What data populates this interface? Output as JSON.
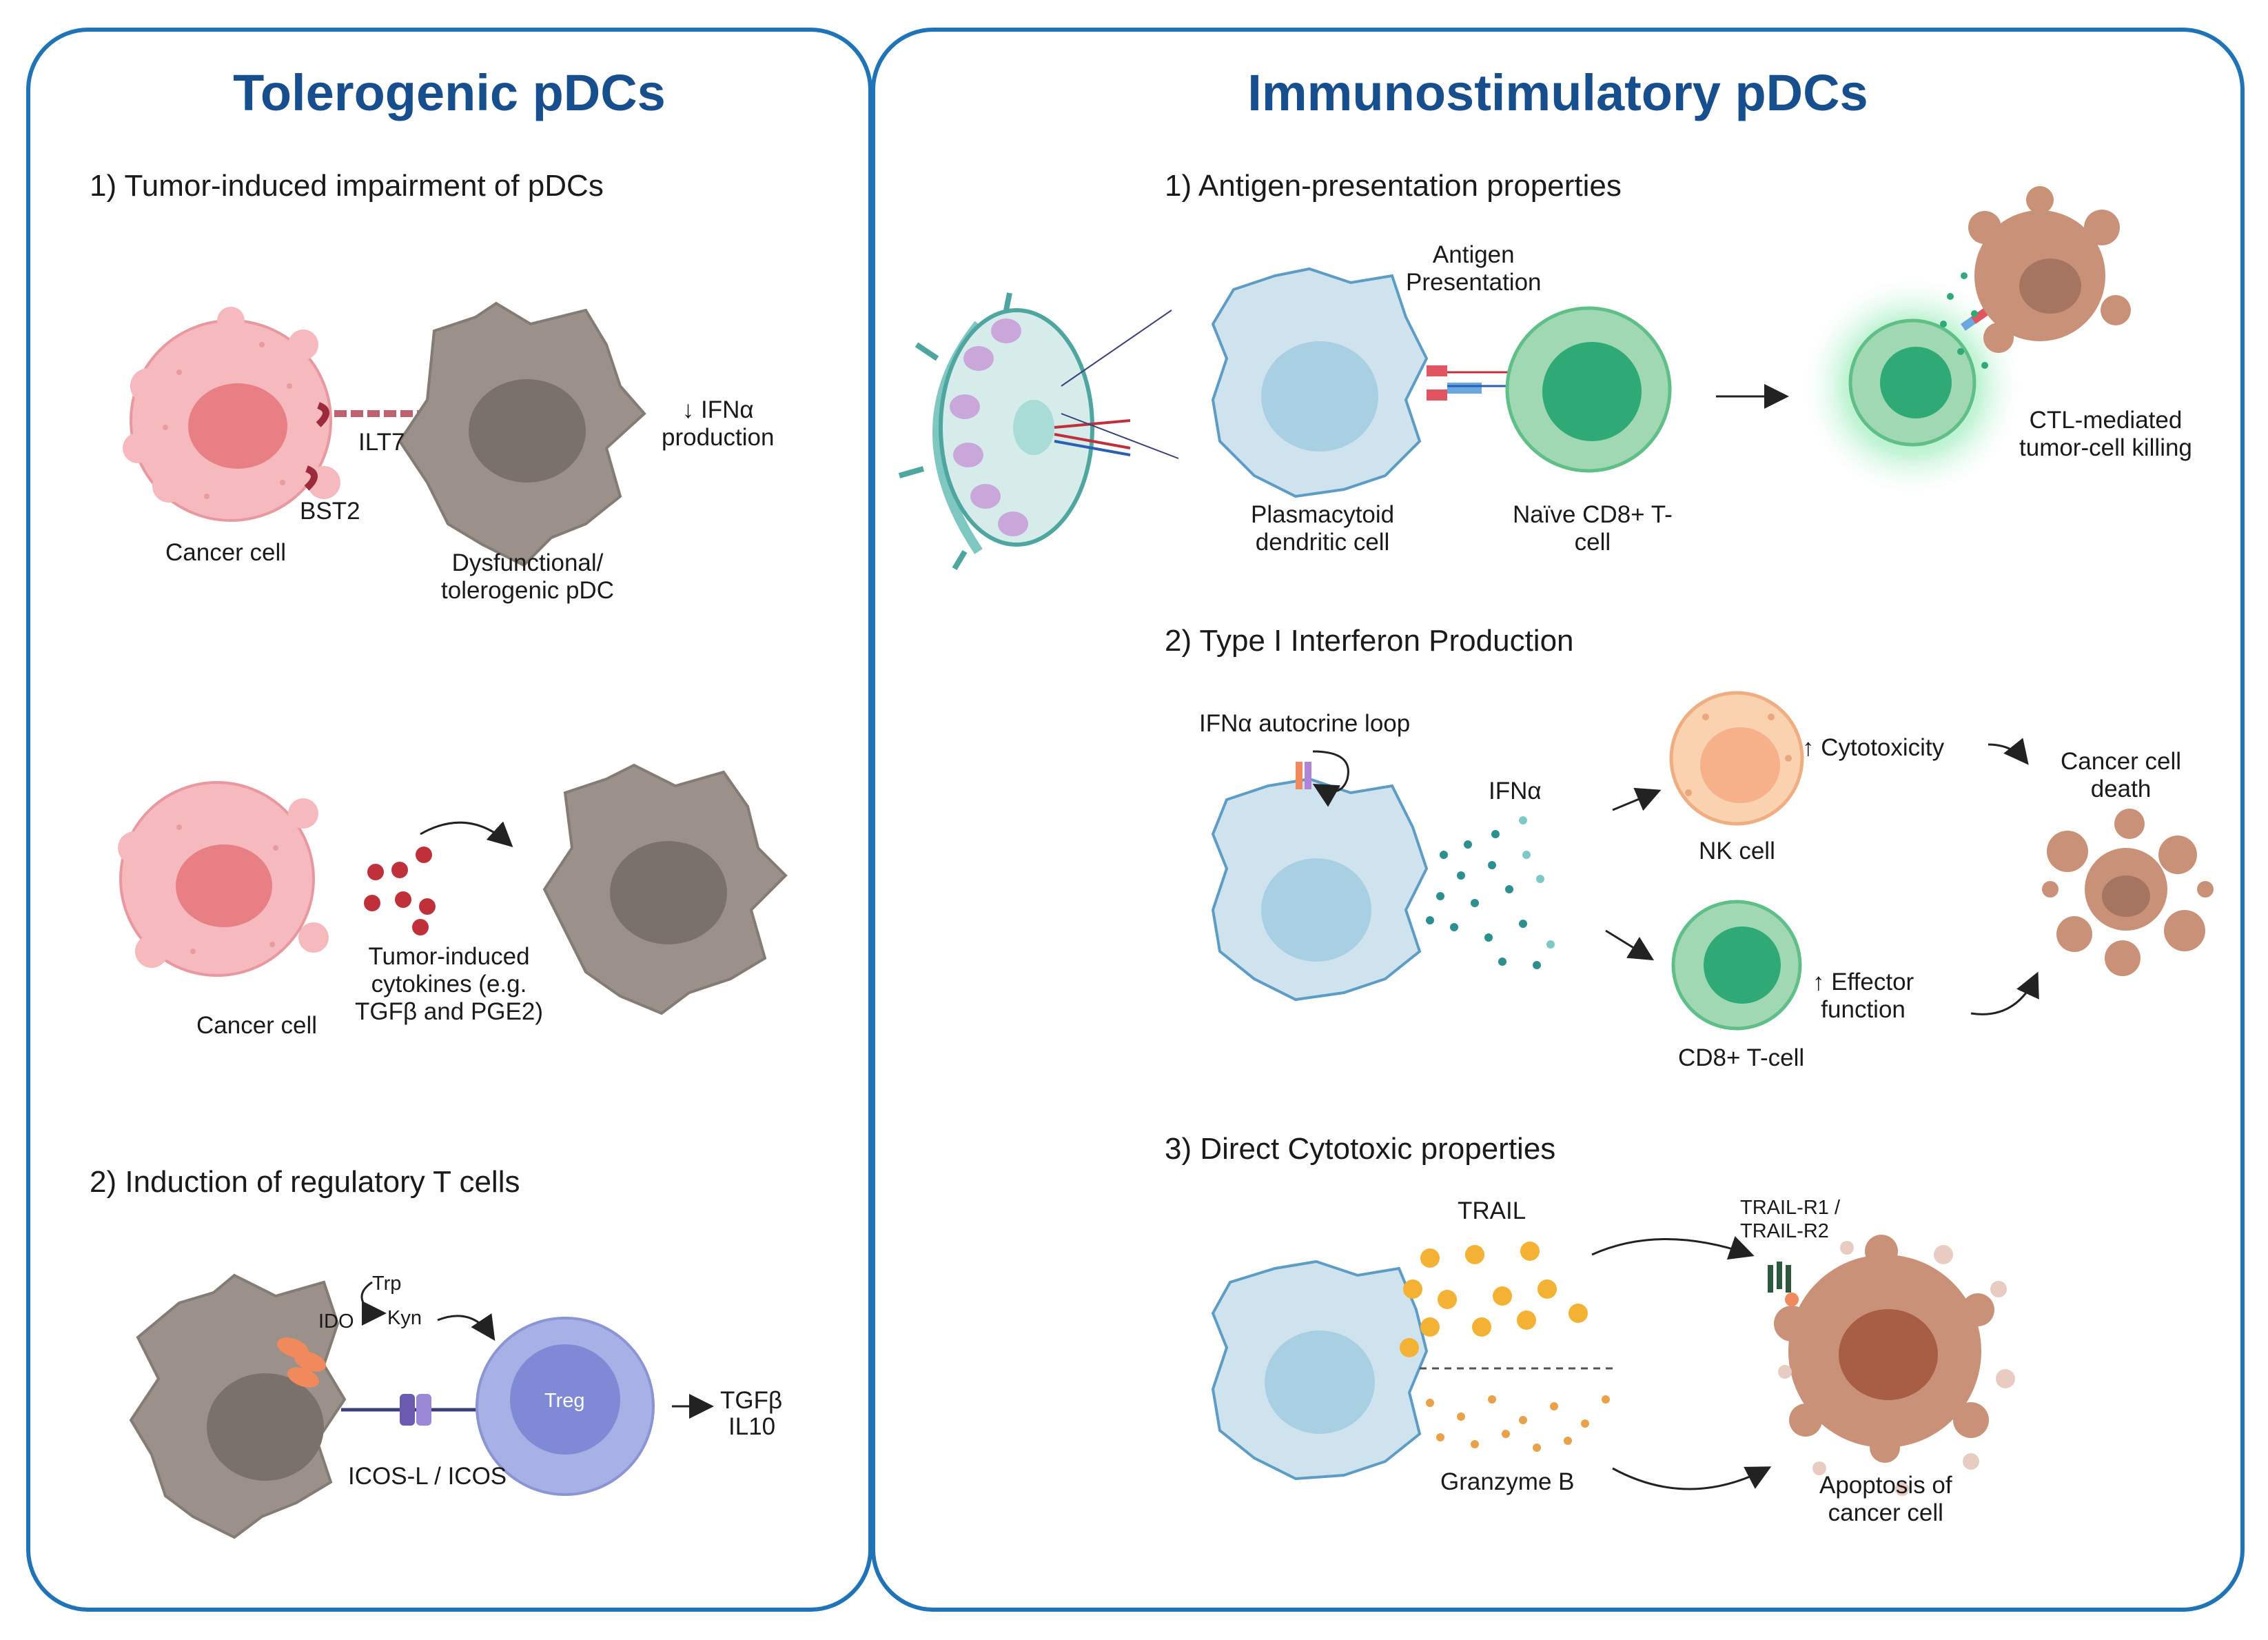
{
  "left_panel": {
    "title": "Tolerogenic pDCs",
    "section1": {
      "heading": "1) Tumor-induced impairment of pDCs",
      "cancer_cell_1": "Cancer cell",
      "ilt7": "ILT7",
      "bst2": "BST2",
      "dysfunctional_line1": "Dysfunctional/",
      "dysfunctional_line2": "tolerogenic pDC",
      "ifna_line1": "↓ IFNα",
      "ifna_line2": "production",
      "cancer_cell_2": "Cancer cell",
      "cytokines_line1": "Tumor-induced",
      "cytokines_line2": "cytokines (e.g.",
      "cytokines_line3": "TGFβ and PGE2)"
    },
    "section2": {
      "heading": "2) Induction of regulatory T cells",
      "trp": "Trp",
      "ido": "IDO",
      "kyn": "Kyn",
      "treg": "Treg",
      "icos": "ICOS-L / ICOS",
      "tgfb": "TGFβ",
      "il10": "IL10"
    }
  },
  "right_panel": {
    "title": "Immunostimulatory pDCs",
    "section1": {
      "heading": "1) Antigen-presentation properties",
      "antigen_line1": "Antigen",
      "antigen_line2": "Presentation",
      "pdc_line1": "Plasmacytoid",
      "pdc_line2": "dendritic cell",
      "naive_line1": "Naïve CD8+ T-",
      "naive_line2": "cell",
      "ctl_line1": "CTL-mediated",
      "ctl_line2": "tumor-cell killing"
    },
    "section2": {
      "heading": "2) Type I Interferon Production",
      "autocrine": "IFNα autocrine loop",
      "ifna": "IFNα",
      "nk_cell": "NK cell",
      "cytotoxicity": "↑ Cytotoxicity",
      "death_line1": "Cancer cell",
      "death_line2": "death",
      "effector_line1": "↑ Effector",
      "effector_line2": "function",
      "cd8_cell": "CD8+ T-cell"
    },
    "section3": {
      "heading": "3) Direct Cytotoxic properties",
      "trail": "TRAIL",
      "trail_r_line1": "TRAIL-R1 /",
      "trail_r_line2": "TRAIL-R2",
      "granzyme": "Granzyme B",
      "apoptosis_line1": "Apoptosis of",
      "apoptosis_line2": "cancer cell"
    }
  },
  "colors": {
    "panel_border": "#1f73b7",
    "title": "#174f8e",
    "cancer_cell": "#f6b9bd",
    "cancer_nucleus": "#e77f85",
    "tolerogenic_pdc": "#9b908a",
    "pdc": "#cfe3ef",
    "t_cell": "#9fd8b3",
    "treg": "#a8b1e6",
    "nk_cell": "#fbd2b0",
    "apoptotic_cell": "#c99278"
  }
}
